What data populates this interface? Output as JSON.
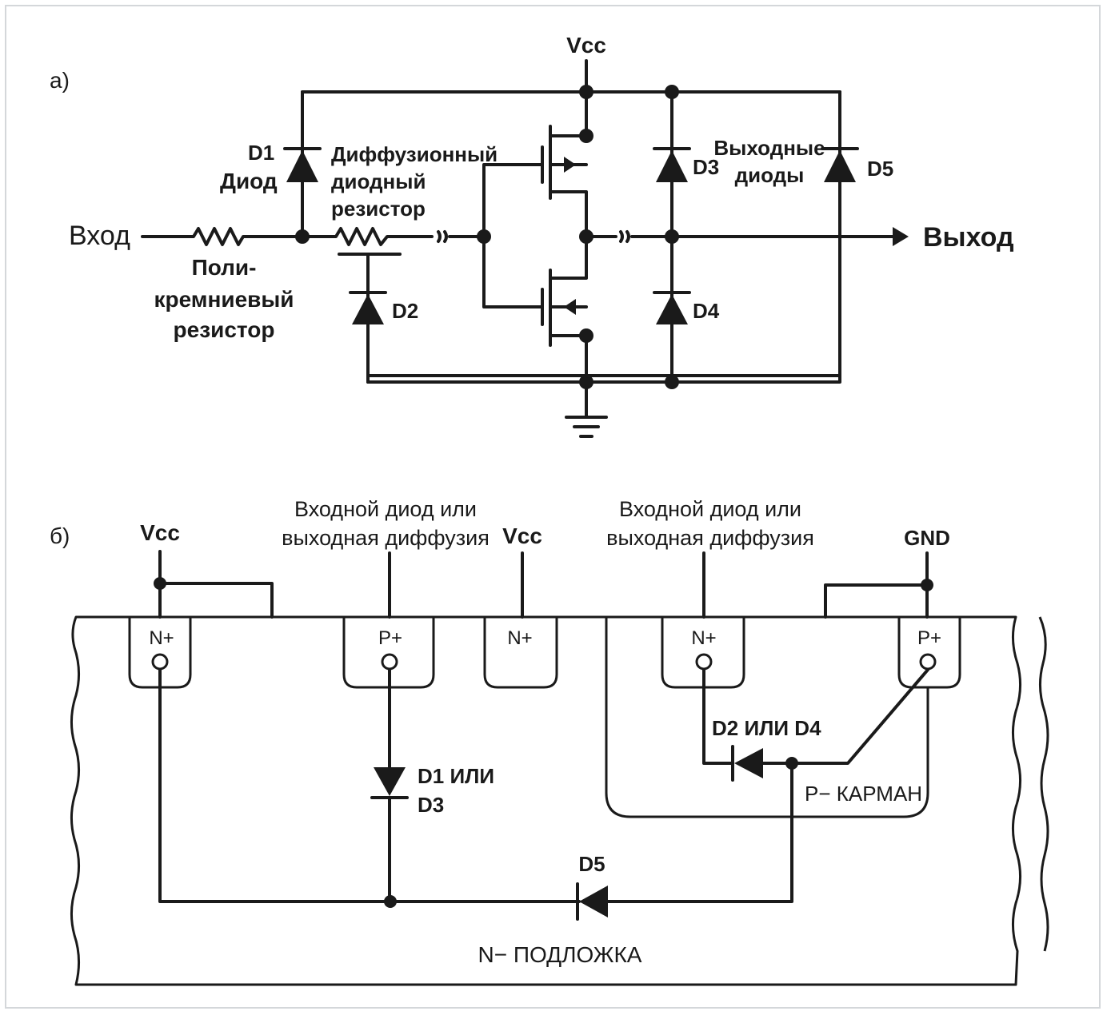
{
  "panel_a": {
    "label": "а)",
    "vcc": "Vcc",
    "input": "Вход",
    "output": "Выход",
    "d1": "D1",
    "d1_desc": "Диод",
    "poly_resistor": [
      "Поли-",
      "кремниевый",
      "резистор"
    ],
    "diff_resistor": [
      "Диффузионный",
      "диодный",
      "резистор"
    ],
    "d2": "D2",
    "d3": "D3",
    "d4": "D4",
    "d5": "D5",
    "output_diodes": [
      "Выходные",
      "диоды"
    ]
  },
  "panel_b": {
    "label": "б)",
    "vcc_left": "Vcc",
    "vcc_mid": "Vcc",
    "gnd": "GND",
    "diffusion_label_1": [
      "Входной диод или",
      "выходная диффузия"
    ],
    "diffusion_label_2": [
      "Входной диод или",
      "выходная диффузия"
    ],
    "region_1": "N+",
    "region_2": "P+",
    "region_3": "N+",
    "region_4": "N+",
    "region_5": "P+",
    "d1_or_d3": [
      "D1 ИЛИ",
      "D3"
    ],
    "d2_or_d4": "D2 ИЛИ D4",
    "p_well": "P− КАРМАН",
    "d5": "D5",
    "substrate": "N− ПОДЛОЖКА"
  }
}
